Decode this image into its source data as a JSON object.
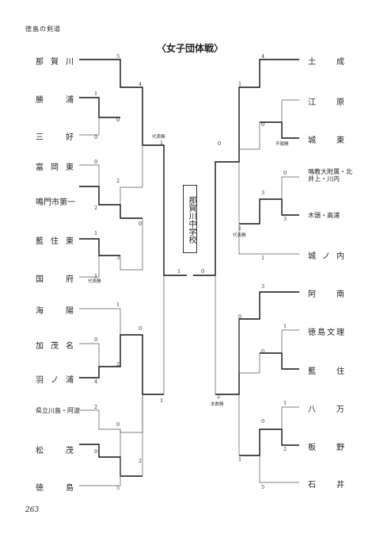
{
  "header": "徳島の剣道",
  "title": "〈女子団体戦〉",
  "winner": "那賀川中学校",
  "page_number": "263",
  "left_teams": [
    "那賀川",
    "勝浦",
    "三好",
    "富岡東",
    "鳴門市第一",
    "藍住東",
    "国府",
    "海陽",
    "加茂名",
    "羽ノ浦",
    "県立川島・阿波",
    "松茂",
    "徳島"
  ],
  "right_teams": [
    "土成",
    "江原",
    "城東",
    "鳴教大附属・北井上・川内",
    "木頭・高浦",
    "城ノ内",
    "阿南",
    "徳島文理",
    "藍住",
    "八万",
    "板野",
    "石井"
  ],
  "scores": {
    "l1": "5",
    "l2": "1",
    "l3": "0",
    "l4": "0",
    "l5": "4",
    "l6": "代表勝",
    "l7": "1",
    "l8": "0",
    "l9": "2",
    "l10": "2",
    "l11": "0",
    "l12": "1",
    "l13": "3",
    "l14": "代表勝",
    "l15": "1",
    "l16": "1",
    "l17": "0",
    "l18": "2",
    "l19": "4",
    "l20": "0",
    "l21": "2",
    "l22": "0",
    "l23": "0",
    "l24": "2",
    "l25": "5",
    "l26": "1",
    "c1": "1",
    "c2": "0",
    "r1": "4",
    "r2": "1",
    "r3": "0",
    "r4": "不戦勝",
    "r5": "0",
    "r6": "0",
    "r7": "3",
    "r8": "3",
    "r9": "1",
    "r10": "代表勝",
    "r11": "1",
    "r12": "3",
    "r13": "0",
    "r14": "1",
    "r15": "0",
    "r16": "2",
    "r17": "本数勝",
    "r18": "1",
    "r19": "0",
    "r20": "2",
    "r21": "1",
    "r22": "5"
  }
}
